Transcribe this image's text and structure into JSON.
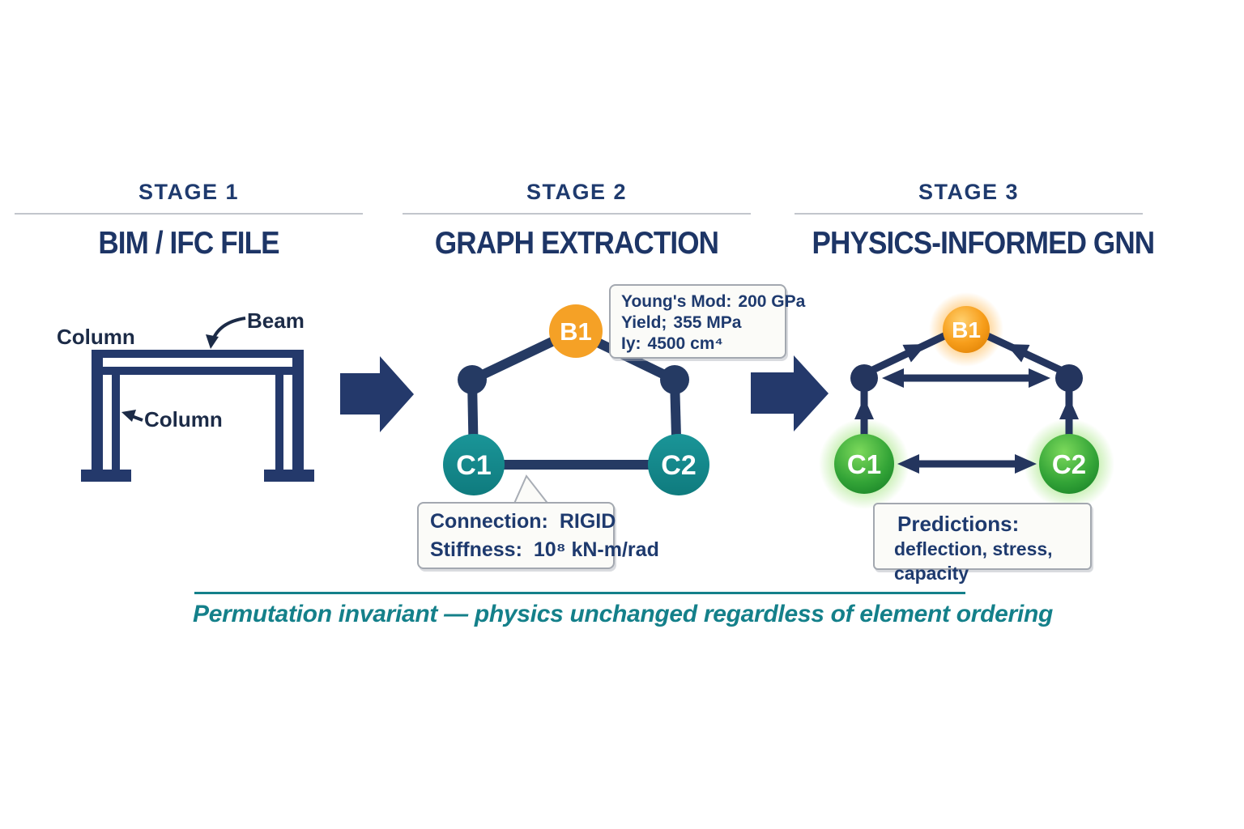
{
  "stages": [
    {
      "label": "STAGE 1",
      "title": "BIM / IFC FILE"
    },
    {
      "label": "STAGE 2",
      "title": "GRAPH EXTRACTION"
    },
    {
      "label": "STAGE 3",
      "title": "PHYSICS-INFORMED GNN"
    }
  ],
  "stage1": {
    "labels": {
      "column_top": "Column",
      "beam": "Beam",
      "column_mid": "Column"
    }
  },
  "stage2": {
    "nodes": {
      "beam": "B1",
      "col1": "C1",
      "col2": "C2"
    },
    "element_box": {
      "rows": [
        {
          "label": "Young's Mod:",
          "value": "200 GPa"
        },
        {
          "label": "Yield;",
          "value": "355 MPa"
        },
        {
          "label": "Iy:",
          "value": "4500 cm⁴"
        }
      ]
    },
    "connection_box": {
      "rows": [
        {
          "label": "Connection:",
          "value": "RIGID"
        },
        {
          "label": "Stiffness:",
          "value": "10⁸ kN-m/rad"
        }
      ]
    }
  },
  "stage3": {
    "nodes": {
      "beam": "B1",
      "col1": "C1",
      "col2": "C2"
    },
    "predictions_box": {
      "title": "Predictions:",
      "items": "deflection, stress, capacity"
    }
  },
  "footer": {
    "caption": "Permutation invariant — physics unchanged regardless of element ordering"
  },
  "colors": {
    "navy": "#24396b",
    "heading_navy": "#1d3566",
    "stage_label_navy": "#1e3a6e",
    "edge_navy": "#253a63",
    "orange_node": "#f5a126",
    "teal_node": "#17898c",
    "green_node": "#33a437",
    "caption_teal": "#14808a",
    "box_border_gray": "#a3a8b0",
    "underline_gray": "#c2c6cc"
  }
}
